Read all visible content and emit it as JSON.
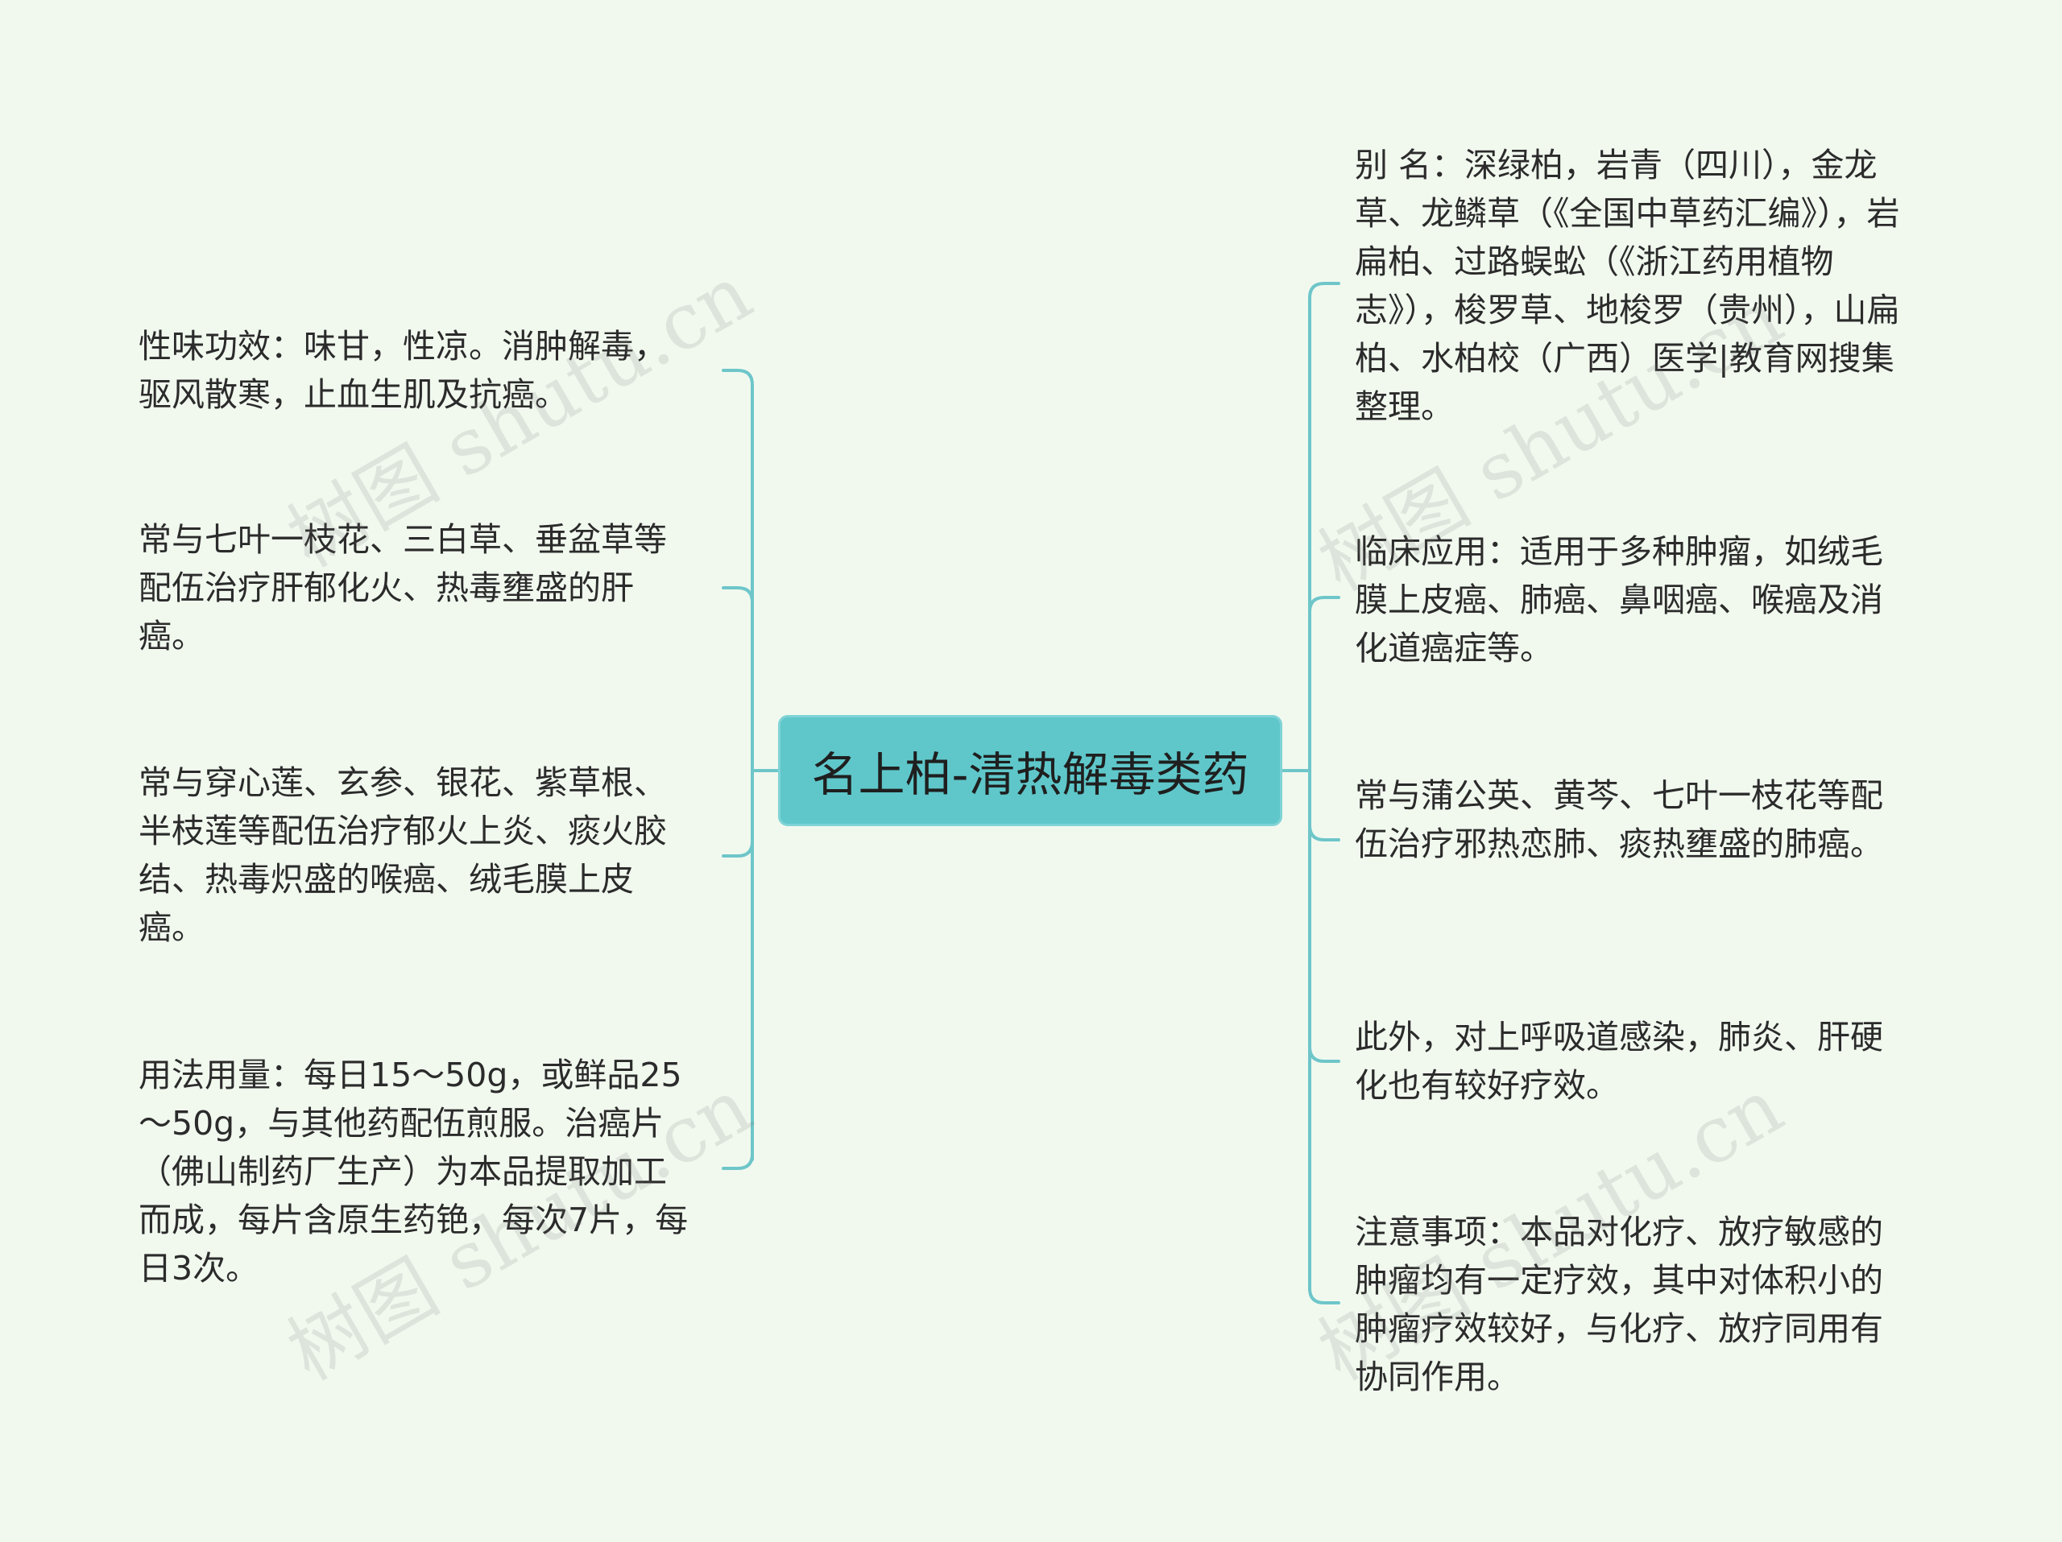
{
  "root": {
    "label": "名上柏-清热解毒类药"
  },
  "left_branches": [
    {
      "text": "性味功效：味甘，性凉。消肿解毒，驱风散寒，止血生肌及抗癌。"
    },
    {
      "text": "常与七叶一枝花、三白草、垂盆草等配伍治疗肝郁化火、热毒壅盛的肝癌。"
    },
    {
      "text": "常与穿心莲、玄参、银花、紫草根、半枝莲等配伍治疗郁火上炎、痰火胶结、热毒炽盛的喉癌、绒毛膜上皮癌。"
    },
    {
      "text": "用法用量：每日15～50g，或鲜品25～50g，与其他药配伍煎服。治癌片（佛山制药厂生产）为本品提取加工而成，每片含原生药铯，每次7片，每日3次。"
    }
  ],
  "right_branches": [
    {
      "text": "别 名：深绿柏，岩青（四川），金龙草、龙鳞草（《全国中草药汇编》），岩扁柏、过路蜈蚣（《浙江药用植物志》），梭罗草、地梭罗（贵州），山扁柏、水柏校（广西）医学|教育网搜集整理。"
    },
    {
      "text": "临床应用：适用于多种肿瘤，如绒毛膜上皮癌、肺癌、鼻咽癌、喉癌及消化道癌症等。"
    },
    {
      "text": "常与蒲公英、黄芩、七叶一枝花等配伍治疗邪热恋肺、痰热壅盛的肺癌。"
    },
    {
      "text": "此外，对上呼吸道感染，肺炎、肝硬化也有较好疗效。"
    },
    {
      "text": "注意事项：本品对化疗、放疗敏感的肿瘤均有一定疗效，其中对体积小的肿瘤疗效较好，与化疗、放疗同用有协同作用。"
    }
  ],
  "watermark": "树图 shutu.cn",
  "colors": {
    "background": "#f1f9ef",
    "accent": "#5fc7ca",
    "connector": "#6ec6c9"
  }
}
